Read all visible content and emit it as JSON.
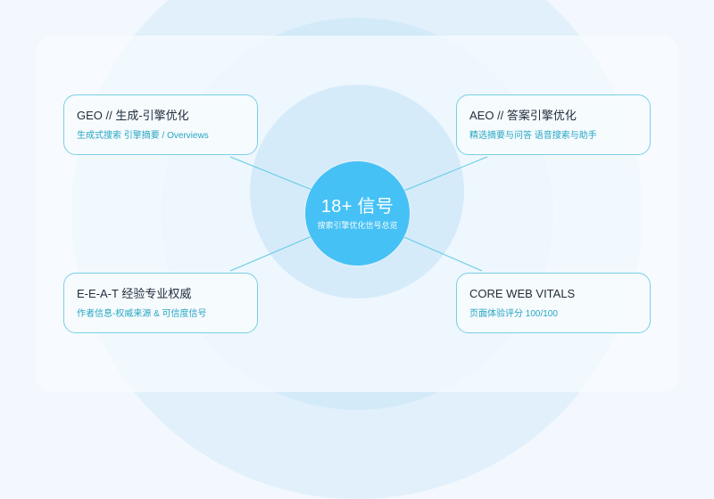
{
  "hub": {
    "title": "18+ 信号",
    "subtitle": "搜索引擎优化信号总览"
  },
  "cards": [
    {
      "title": "GEO // 生成-引擎优化",
      "subtitle": "生成式搜索 引擎摘要 / Overviews"
    },
    {
      "title": "AEO // 答案引擎优化",
      "subtitle": "精选摘要与问答 语音搜索与助手"
    },
    {
      "title": "E-E-A-T 经验专业权威",
      "subtitle": "作者信息-权威来源 & 可信度信号"
    },
    {
      "title": "CORE WEB VITALS",
      "subtitle": "页面体验评分 100/100"
    }
  ],
  "colors": {
    "hub": "#45c1f5",
    "card_border": "#79cfe6",
    "connector": "#62cbe4",
    "accent_text": "#27a6c2"
  }
}
